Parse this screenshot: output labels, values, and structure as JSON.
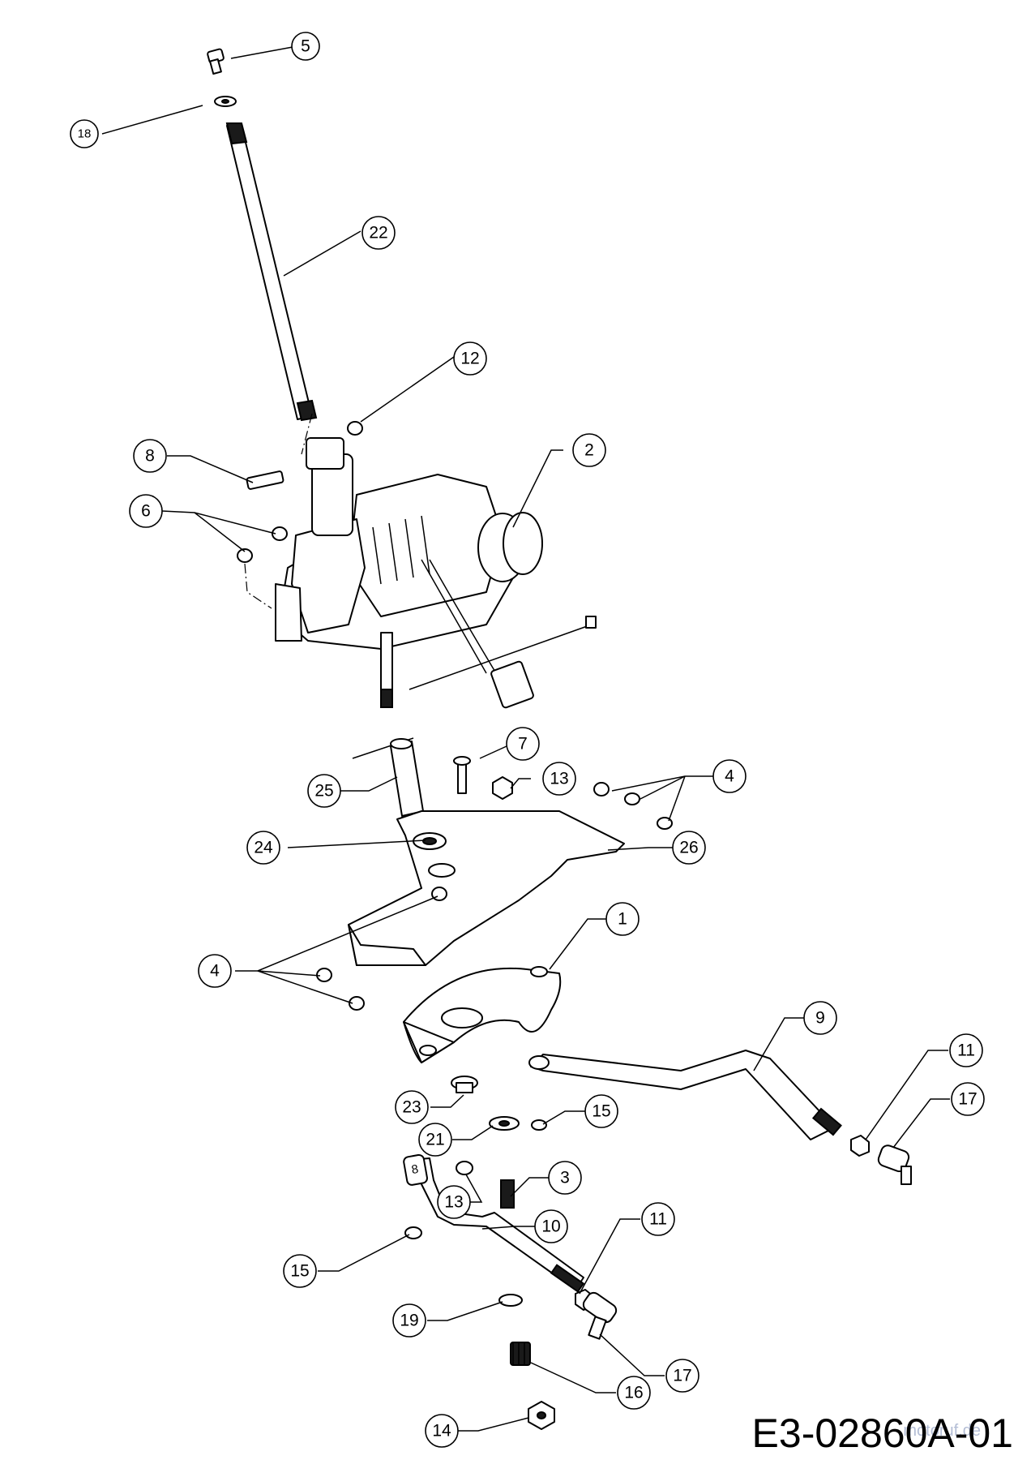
{
  "drawing_code": "E3-02860A-01",
  "watermark": "motoruf.de",
  "callouts": [
    {
      "id": "c-5",
      "label": "5"
    },
    {
      "id": "c-18",
      "label": "18"
    },
    {
      "id": "c-22",
      "label": "22"
    },
    {
      "id": "c-12",
      "label": "12"
    },
    {
      "id": "c-8a",
      "label": "8"
    },
    {
      "id": "c-2",
      "label": "2"
    },
    {
      "id": "c-6",
      "label": "6"
    },
    {
      "id": "c-7",
      "label": "7"
    },
    {
      "id": "c-13a",
      "label": "13"
    },
    {
      "id": "c-4a",
      "label": "4"
    },
    {
      "id": "c-25",
      "label": "25"
    },
    {
      "id": "c-24",
      "label": "24"
    },
    {
      "id": "c-26",
      "label": "26"
    },
    {
      "id": "c-1",
      "label": "1"
    },
    {
      "id": "c-4b",
      "label": "4"
    },
    {
      "id": "c-9",
      "label": "9"
    },
    {
      "id": "c-11a",
      "label": "11"
    },
    {
      "id": "c-17a",
      "label": "17"
    },
    {
      "id": "c-23",
      "label": "23"
    },
    {
      "id": "c-15a",
      "label": "15"
    },
    {
      "id": "c-21",
      "label": "21"
    },
    {
      "id": "c-3",
      "label": "3"
    },
    {
      "id": "c-13b",
      "label": "13"
    },
    {
      "id": "c-10",
      "label": "10"
    },
    {
      "id": "c-11b",
      "label": "11"
    },
    {
      "id": "c-15b",
      "label": "15"
    },
    {
      "id": "c-19",
      "label": "19"
    },
    {
      "id": "c-17b",
      "label": "17"
    },
    {
      "id": "c-16",
      "label": "16"
    },
    {
      "id": "c-14",
      "label": "14"
    },
    {
      "id": "c-8b",
      "label": "8"
    }
  ]
}
